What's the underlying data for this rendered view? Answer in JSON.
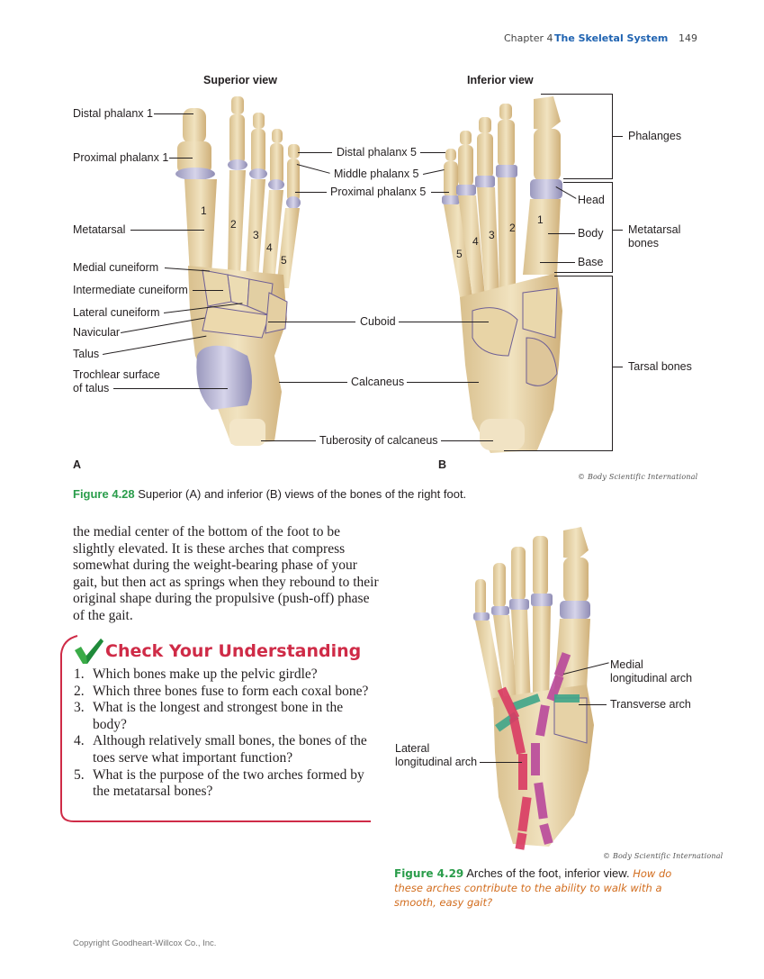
{
  "header": {
    "chapter": "Chapter 4",
    "chapter_title": "The Skeletal System",
    "page_number": "149",
    "chapter_title_color": "#1f63b1"
  },
  "figure_4_28": {
    "superior_view_title": "Superior view",
    "inferior_view_title": "Inferior view",
    "panel_a": "A",
    "panel_b": "B",
    "left_labels": {
      "distal_phalanx_1": "Distal phalanx 1",
      "proximal_phalanx_1": "Proximal phalanx 1",
      "metatarsal": "Metatarsal",
      "medial_cuneiform": "Medial cuneiform",
      "intermediate_cuneiform": "Intermediate cuneiform",
      "lateral_cuneiform": "Lateral cuneiform",
      "navicular": "Navicular",
      "talus": "Talus",
      "trochlear_surface_line1": "Trochlear surface",
      "trochlear_surface_line2": "of talus"
    },
    "center_labels": {
      "distal_phalanx_5": "Distal phalanx 5",
      "middle_phalanx_5": "Middle phalanx 5",
      "proximal_phalanx_5": "Proximal phalanx 5",
      "cuboid": "Cuboid",
      "calcaneus": "Calcaneus",
      "tuberosity_of_calcaneus": "Tuberosity of calcaneus"
    },
    "right_labels": {
      "head": "Head",
      "body": "Body",
      "base": "Base",
      "phalanges": "Phalanges",
      "metatarsal_bones_line1": "Metatarsal",
      "metatarsal_bones_line2": "bones",
      "tarsal_bones": "Tarsal bones"
    },
    "superior_numbers": [
      "1",
      "2",
      "3",
      "4",
      "5"
    ],
    "inferior_numbers": [
      "1",
      "2",
      "3",
      "4",
      "5"
    ],
    "credit": "© Body Scientific International",
    "caption_number": "Figure 4.28",
    "caption_text": "Superior (A) and inferior (B) views of the bones of the right foot."
  },
  "body_text": "the medial center of the bottom of the foot to be slightly elevated. It is these arches that compress somewhat during the weight-bearing phase of your gait, but then act as springs when they rebound to their original shape during the propulsive (push-off) phase of the gait.",
  "check_your_understanding": {
    "title": "Check Your Understanding",
    "icon": "checkmark-icon",
    "accent_color": "#cf2b47",
    "questions": [
      {
        "n": "1.",
        "text": "Which bones make up the pelvic girdle?"
      },
      {
        "n": "2.",
        "text": "Which three bones fuse to form each coxal bone?"
      },
      {
        "n": "3.",
        "text": "What is the longest and strongest bone in the body?"
      },
      {
        "n": "4.",
        "text": "Although relatively small bones, the bones of the toes serve what important function?"
      },
      {
        "n": "5.",
        "text": "What is the purpose of the two arches formed by the metatarsal bones?"
      }
    ]
  },
  "figure_4_29": {
    "labels": {
      "medial_line1": "Medial",
      "medial_line2": "longitudinal arch",
      "transverse": "Transverse arch",
      "lateral_line1": "Lateral",
      "lateral_line2": "longitudinal arch"
    },
    "arch_colors": {
      "lateral": "#d93a63",
      "medial": "#b8489a",
      "transverse": "#3fa58a"
    },
    "credit": "© Body Scientific International",
    "caption_number": "Figure 4.29",
    "caption_text": "Arches of the foot, inferior view.",
    "caption_question": "How do these arches contribute to the ability to walk with a smooth, easy gait?"
  },
  "footer": {
    "copyright": "Copyright Goodheart-Willcox Co., Inc."
  }
}
